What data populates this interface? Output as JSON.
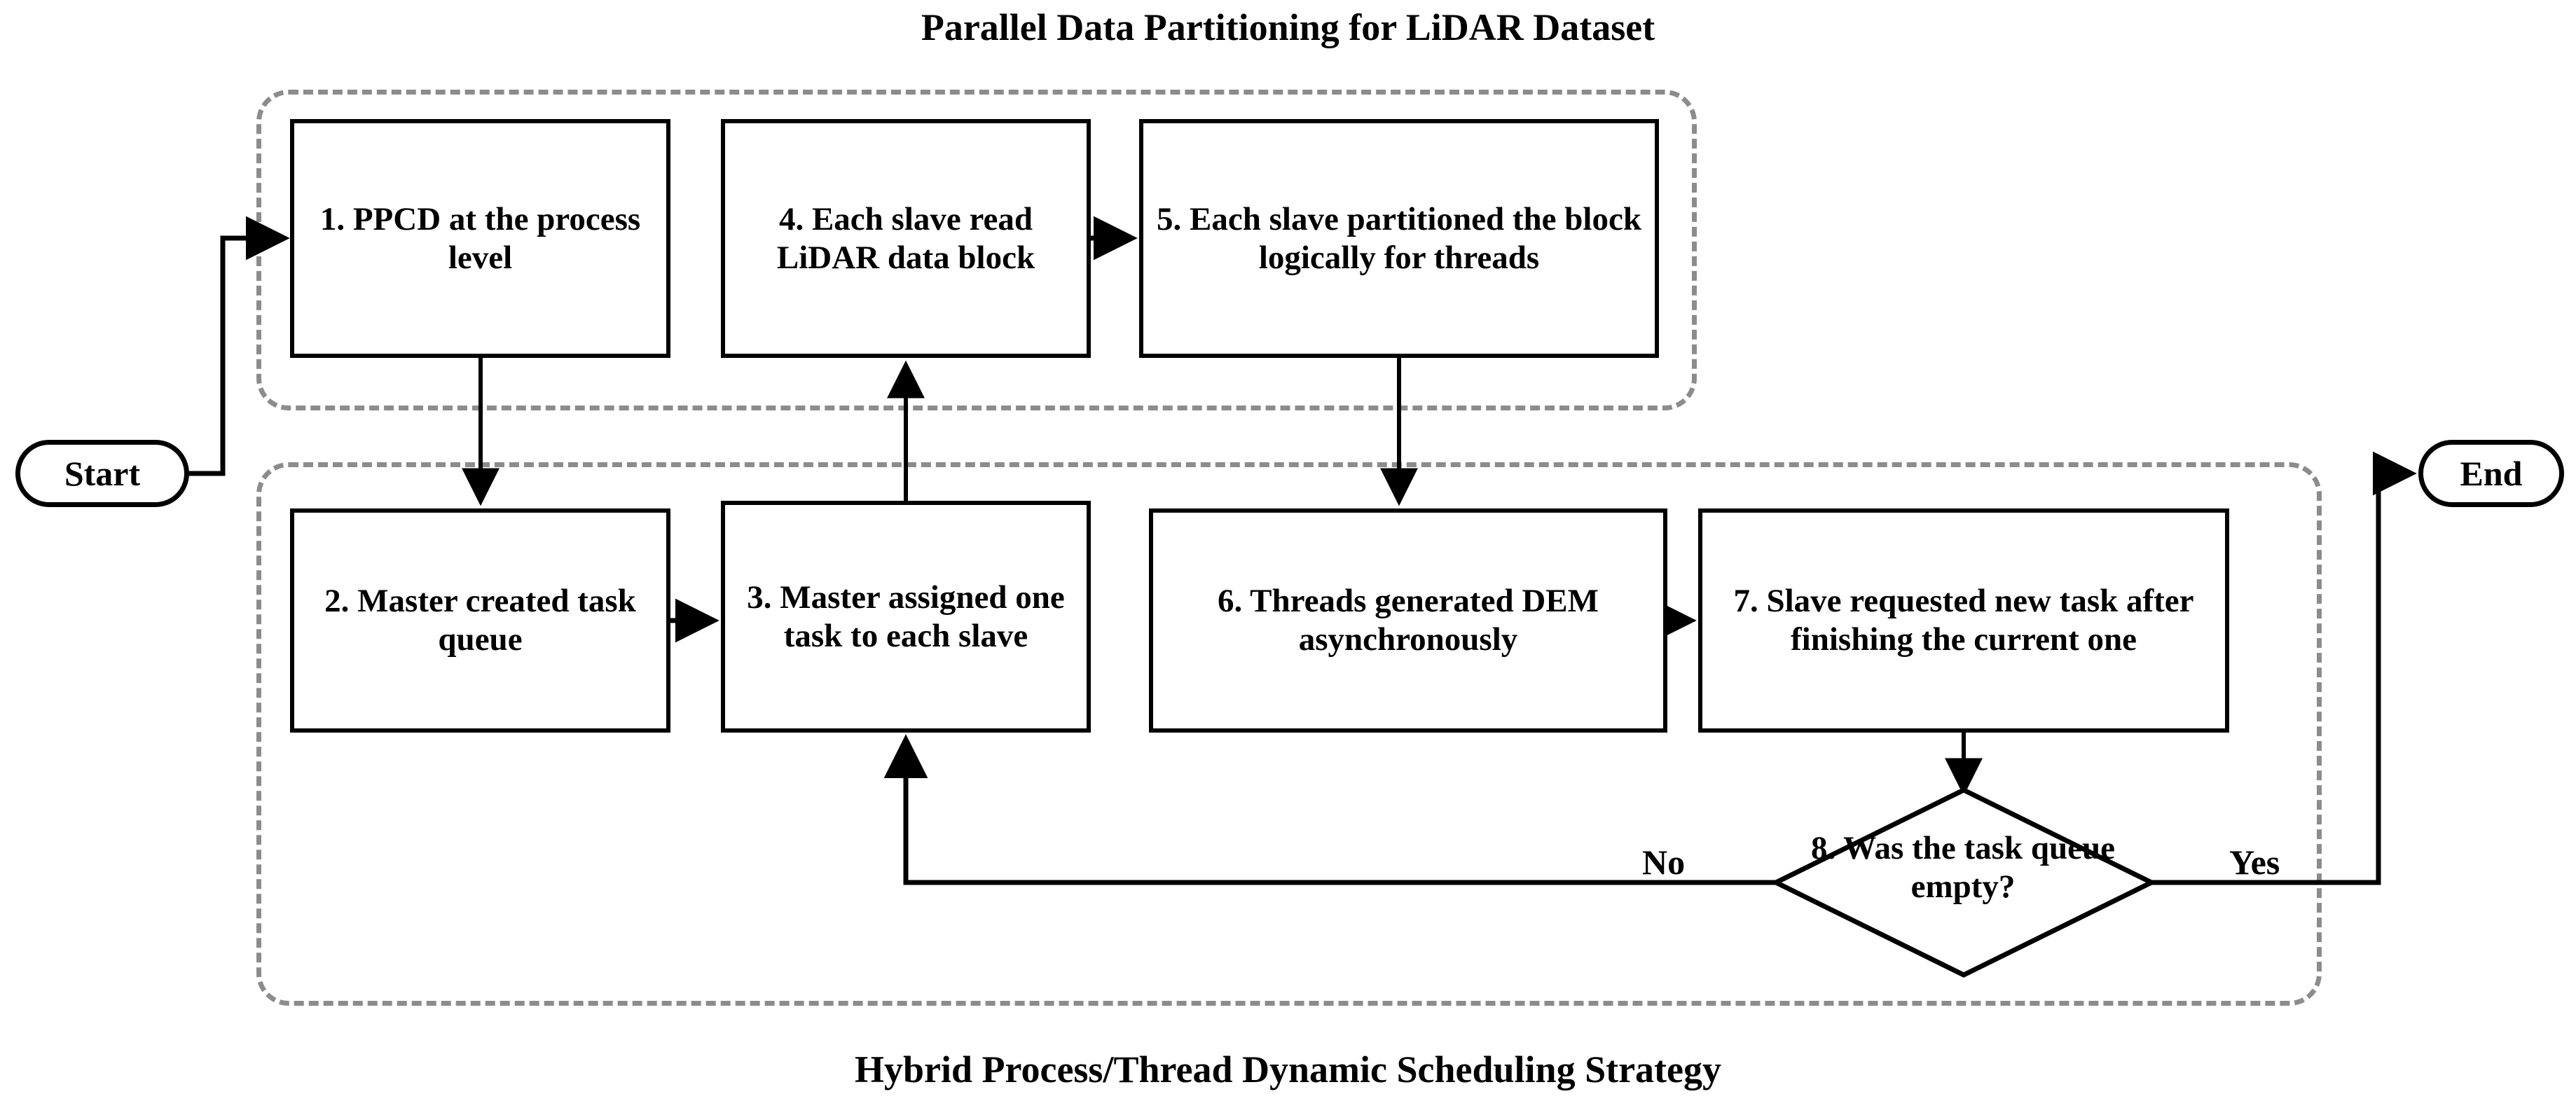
{
  "diagram": {
    "title": "Parallel Data Partitioning for LiDAR Dataset",
    "caption": "Hybrid Process/Thread Dynamic Scheduling Strategy",
    "type": "flowchart",
    "colors": {
      "stroke": "#000000",
      "group_border": "#8c8c8c",
      "background": "#ffffff"
    },
    "terminators": {
      "start": "Start",
      "end": "End"
    },
    "groups": [
      {
        "id": "upper",
        "label": "Parallel Data Partitioning for LiDAR Dataset",
        "members": [
          "1",
          "4",
          "5"
        ]
      },
      {
        "id": "lower",
        "label": "Hybrid Process/Thread Dynamic Scheduling Strategy",
        "members": [
          "2",
          "3",
          "6",
          "7",
          "8"
        ]
      }
    ],
    "nodes": [
      {
        "id": "1",
        "shape": "process",
        "text": "1. PPCD at the process level"
      },
      {
        "id": "2",
        "shape": "process",
        "text": "2. Master created task queue"
      },
      {
        "id": "3",
        "shape": "process",
        "text": "3. Master assigned one task to each slave"
      },
      {
        "id": "4",
        "shape": "process",
        "text": "4. Each slave read LiDAR data block"
      },
      {
        "id": "5",
        "shape": "process",
        "text": "5. Each slave partitioned the block logically for threads"
      },
      {
        "id": "6",
        "shape": "process",
        "text": "6. Threads generated DEM asynchronously"
      },
      {
        "id": "7",
        "shape": "process",
        "text": "7. Slave requested new task after finishing the current one"
      },
      {
        "id": "8",
        "shape": "decision",
        "text": "8. Was the task queue empty?"
      }
    ],
    "edge_labels": {
      "no": "No",
      "yes": "Yes"
    },
    "edges": [
      {
        "from": "Start",
        "to": "1",
        "label": ""
      },
      {
        "from": "1",
        "to": "2",
        "label": ""
      },
      {
        "from": "2",
        "to": "3",
        "label": ""
      },
      {
        "from": "3",
        "to": "4",
        "label": ""
      },
      {
        "from": "4",
        "to": "5",
        "label": ""
      },
      {
        "from": "5",
        "to": "6",
        "label": ""
      },
      {
        "from": "6",
        "to": "7",
        "label": ""
      },
      {
        "from": "7",
        "to": "8",
        "label": ""
      },
      {
        "from": "8",
        "to": "3",
        "label": "No"
      },
      {
        "from": "8",
        "to": "End",
        "label": "Yes"
      }
    ]
  }
}
